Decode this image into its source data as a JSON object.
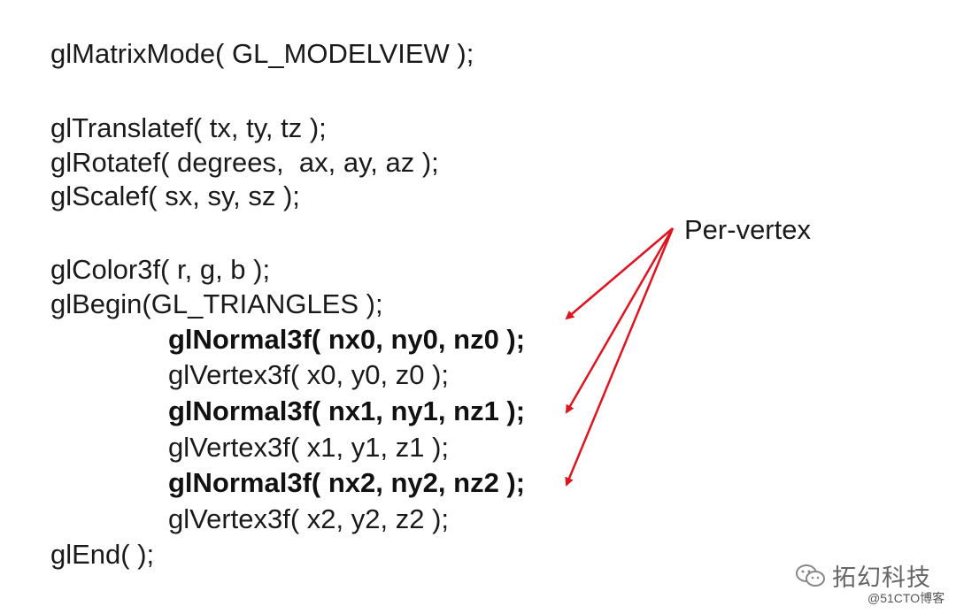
{
  "code_lines": [
    "glMatrixMode( GL_MODELVIEW );",
    "glTranslatef( tx, ty, tz );",
    "glRotatef( degrees,  ax, ay, az );",
    "glScalef( sx, sy, sz );",
    "glColor3f( r, g, b );",
    "glBegin(GL_TRIANGLES );",
    "glNormal3f( nx0, ny0, nz0 );",
    "glVertex3f( x0, y0, z0 );",
    "glNormal3f( nx1, ny1, nz1 );",
    "glVertex3f( x1, y1, z1 );",
    "glNormal3f( nx2, ny2, nz2 );",
    "glVertex3f( x2, y2, z2 );",
    "glEnd( );"
  ],
  "annotation": {
    "label": "Per-vertex",
    "arrow_color": "#e0141e"
  },
  "watermark": {
    "brand": "拓幻科技",
    "site": "@51CTO博客",
    "icon": "wechat-icon"
  }
}
